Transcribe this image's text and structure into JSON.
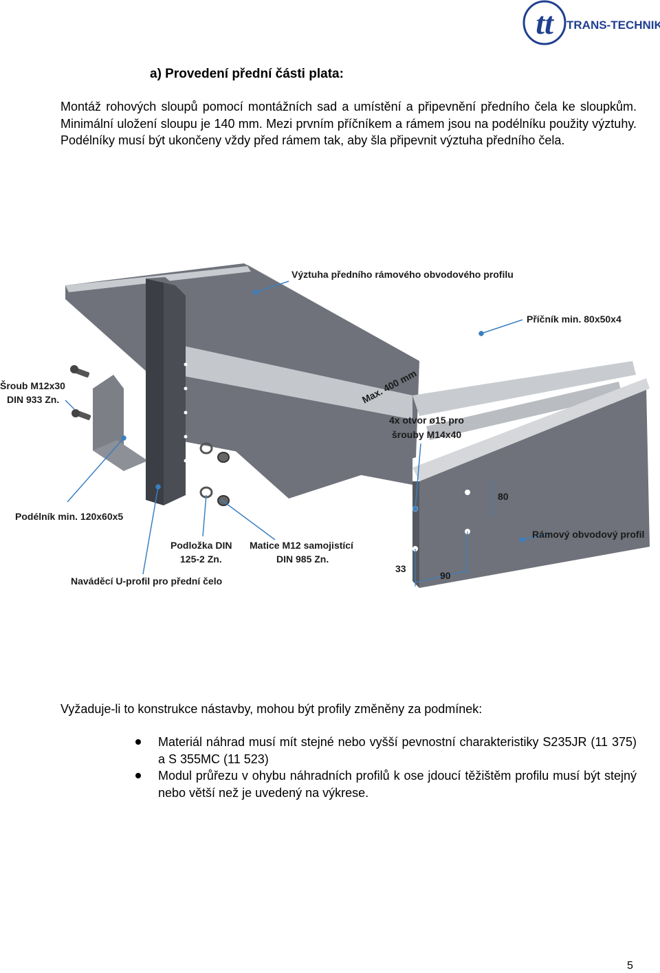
{
  "logo": {
    "text": "TRANS-TECHNIK",
    "mark": "tt"
  },
  "heading": "a)  Provedení přední části plata:",
  "paragraph": "Montáž rohových sloupů pomocí montážních sad a umístění a připevnění předního čela ke sloupkům. Minimální uložení sloupu je 140 mm. Mezi prvním příčníkem a rámem jsou na podélníku použity výztuhy. Podélníky musí být ukončeny vždy před rámem tak, aby šla připevnit výztuha předního čela.",
  "figure": {
    "labels": {
      "vyztuha": "Výztuha předního rámového obvodového profilu",
      "pricnik": "Příčník min. 80x50x4",
      "sroub_1": "Šroub M12x30",
      "sroub_2": "DIN 933 Zn.",
      "max": "Max. 400 mm",
      "otvor_1": "4x otvor ø15 pro",
      "otvor_2": "šrouby M14x40",
      "dim80": "80",
      "podelnik": "Podélník min. 120x60x5",
      "ramovy": "Rámový obvodový profil",
      "podlozka_1": "Podložka DIN",
      "podlozka_2": "125-2 Zn.",
      "matice_1": "Matice M12 samojistící",
      "matice_2": "DIN 985 Zn.",
      "dim33": "33",
      "dim90": "90",
      "navadeci": "Naváděcí U-profil pro přední čelo"
    }
  },
  "paragraph2": "Vyžaduje-li to konstrukce nástavby, mohou být profily změněny za podmínek:",
  "bullets": [
    "Materiál náhrad musí mít stejné nebo vyšší pevnostní charakteristiky S235JR (11 375) a S 355MC (11 523)",
    "Modul průřezu v ohybu náhradních profilů k ose jdoucí těžištěm profilu musí být stejný nebo větší než je uvedený na výkrese."
  ],
  "page_number": "5",
  "colors": {
    "logo_blue": "#1f3f8f",
    "steel": "#6f727a",
    "steel_light": "#a9acb2",
    "dark_post": "#3b3e44",
    "leader": "#3a7fc1"
  }
}
